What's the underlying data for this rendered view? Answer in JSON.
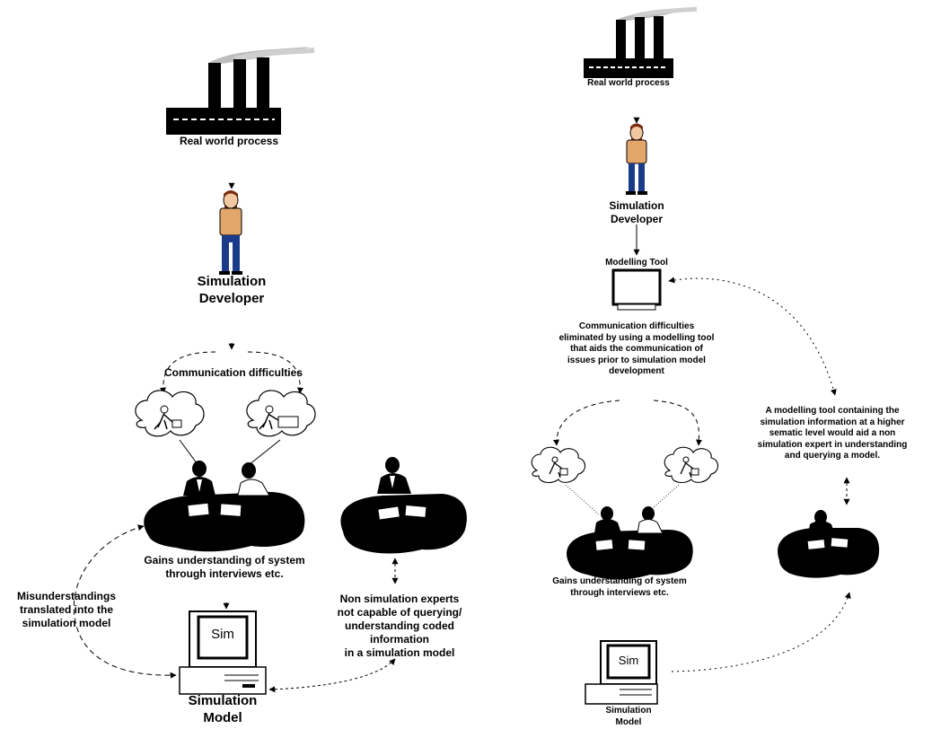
{
  "left": {
    "factory_label": "Real world process",
    "developer_label": "Simulation\nDeveloper",
    "communication_label": "Communication difficulties",
    "gains_label": "Gains understanding of system\nthrough interviews etc.",
    "misunderstandings_label": "Misunderstandings\ntranslated into the\nsimulation model",
    "non_experts_label": "Non simulation experts\nnot capable of querying/\nunderstanding coded information\nin a simulation model",
    "computer_screen_text": "Sim",
    "model_label": "Simulation\nModel"
  },
  "right": {
    "factory_label": "Real world process",
    "developer_label": "Simulation\nDeveloper",
    "tool_label": "Modelling Tool",
    "communication_label": "Communication difficulties\neliminated by using a modelling tool\nthat aids the communication of\nissues prior to simulation model\ndevelopment",
    "tool_info_label": "A modelling tool containing the\nsimulation information at a higher\nsematic level would aid a non\nsimulation expert in understanding\nand querying a model.",
    "gains_label": "Gains understanding of system\nthrough interviews etc.",
    "computer_screen_text": "Sim",
    "model_label": "Simulation\nModel"
  }
}
